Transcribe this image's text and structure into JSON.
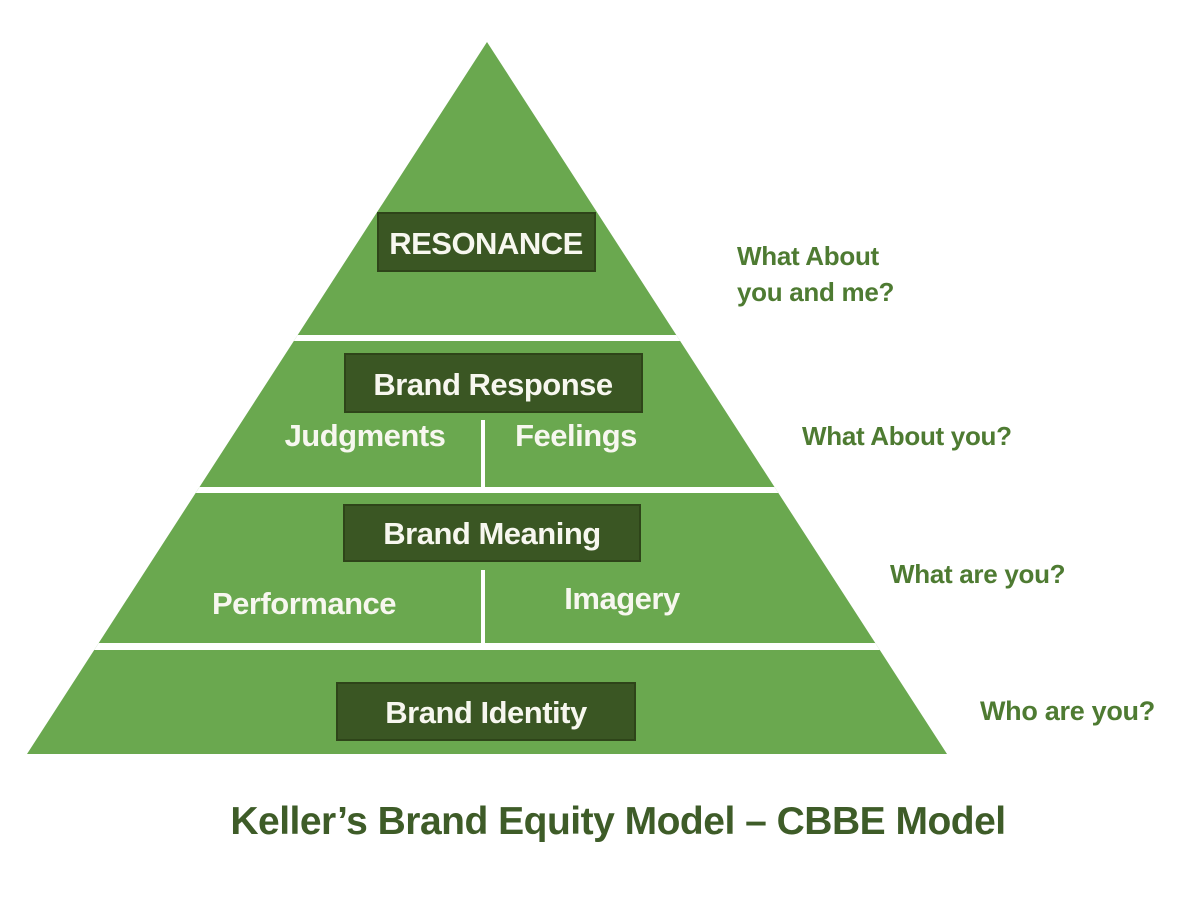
{
  "diagram_title": "Keller’s Brand Equity Model – CBBE Model",
  "pyramid": {
    "level1": {
      "label": "RESONANCE"
    },
    "level2": {
      "label": "Brand Response",
      "left": "Judgments",
      "right": "Feelings"
    },
    "level3": {
      "label": "Brand Meaning",
      "left": "Performance",
      "right": "Imagery"
    },
    "level4": {
      "label": "Brand Identity"
    }
  },
  "questions": {
    "resonance_line1": "What About",
    "resonance_line2": "you and me?",
    "response": "What About you?",
    "meaning": "What are you?",
    "identity": "Who are you?"
  },
  "colors": {
    "background": "#ffffff",
    "pyramid": "#6aa84f",
    "box_fill": "#3a5623",
    "box_border": "#2e4419",
    "divider": "#ffffff",
    "label_text": "#f7f7ef",
    "question_text": "#4e7b32",
    "title_text": "#3e5c28"
  }
}
